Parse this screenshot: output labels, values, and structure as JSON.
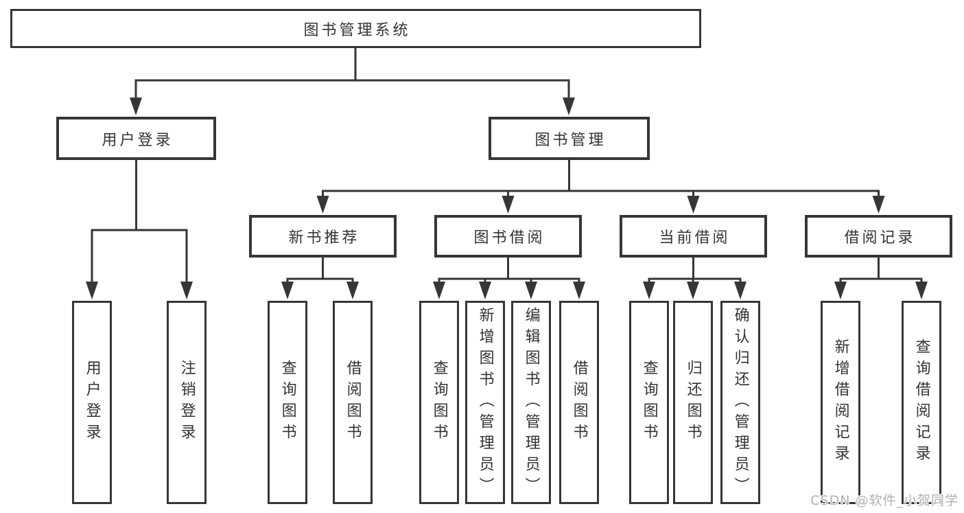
{
  "title": "图书管理系统",
  "watermark": {
    "text": "CSDN @软件_小贺同学"
  },
  "colors": {
    "line": "#363636",
    "text": "#333333",
    "background": "#ffffff",
    "watermark": "#b0b0b0"
  },
  "tree": {
    "label": "图书管理系统",
    "children": [
      {
        "label": "用户登录",
        "children": [
          {
            "label": "用户登录"
          },
          {
            "label": "注销登录"
          }
        ]
      },
      {
        "label": "图书管理",
        "children": [
          {
            "label": "新书推荐",
            "children": [
              {
                "label": "查询图书"
              },
              {
                "label": "借阅图书"
              }
            ]
          },
          {
            "label": "图书借阅",
            "children": [
              {
                "label": "查询图书"
              },
              {
                "label": "新增图书（管理员）"
              },
              {
                "label": "编辑图书（管理员）"
              },
              {
                "label": "借阅图书"
              }
            ]
          },
          {
            "label": "当前借阅",
            "children": [
              {
                "label": "查询图书"
              },
              {
                "label": "归还图书"
              },
              {
                "label": "确认归还（管理员）"
              }
            ]
          },
          {
            "label": "借阅记录",
            "children": [
              {
                "label": "新增借阅记录"
              },
              {
                "label": "查询借阅记录"
              }
            ]
          }
        ]
      }
    ]
  }
}
